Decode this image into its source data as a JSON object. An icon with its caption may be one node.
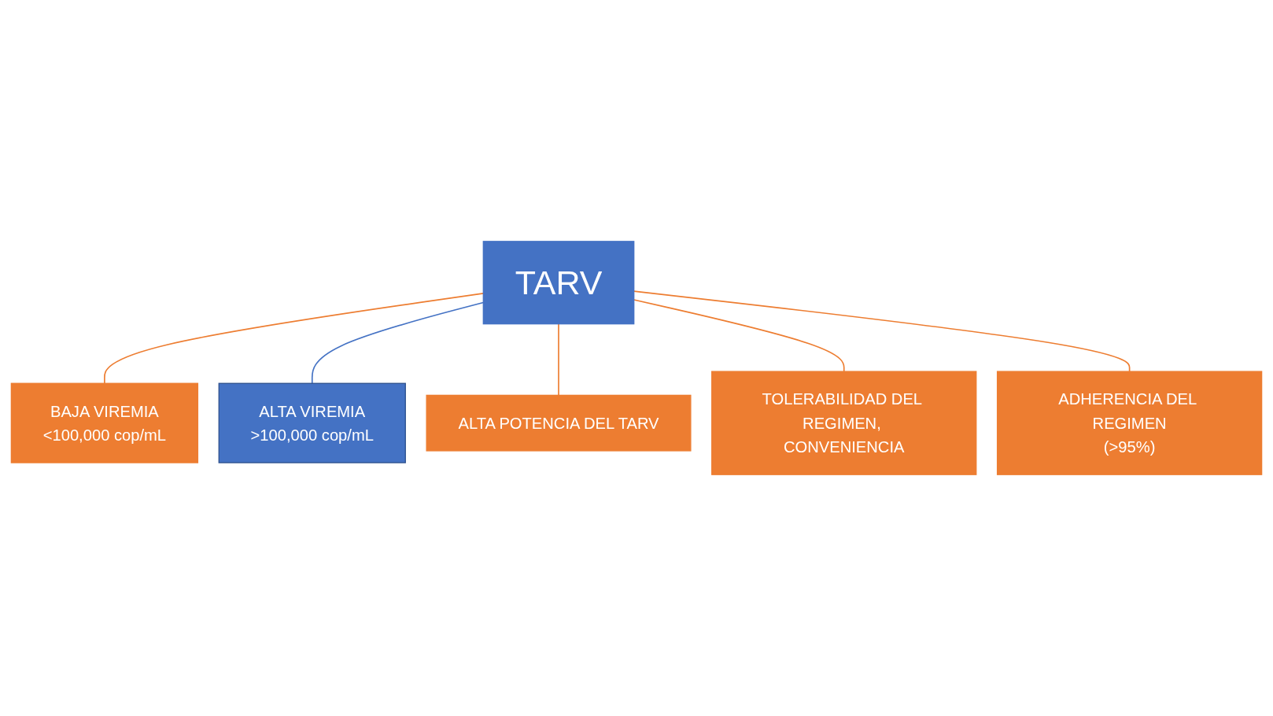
{
  "diagram": {
    "nodes": [
      {
        "text": [
          "TARV"
        ]
      },
      {
        "text": [
          "BAJA VIREMIA",
          "<100,000 cop/mL"
        ]
      },
      {
        "text": [
          "ALTA VIREMIA",
          ">100,000 cop/mL"
        ]
      },
      {
        "text": [
          "ALTA POTENCIA DEL TARV"
        ]
      },
      {
        "text": [
          "TOLERABILIDAD DEL REGIMEN, CONVENIENCIA"
        ]
      },
      {
        "text": [
          "ADHERENCIA DEL REGIMEN",
          "(>95%)"
        ]
      }
    ],
    "edges": [
      {
        "from": 0,
        "to": 1,
        "arrow": "none"
      },
      {
        "from": 0,
        "to": 2,
        "arrow": "none",
        "color": "#4472c4"
      },
      {
        "from": 0,
        "to": 3,
        "arrow": "none"
      },
      {
        "from": 0,
        "to": 4,
        "arrow": "none"
      },
      {
        "from": 0,
        "to": 5,
        "arrow": "none"
      }
    ]
  }
}
